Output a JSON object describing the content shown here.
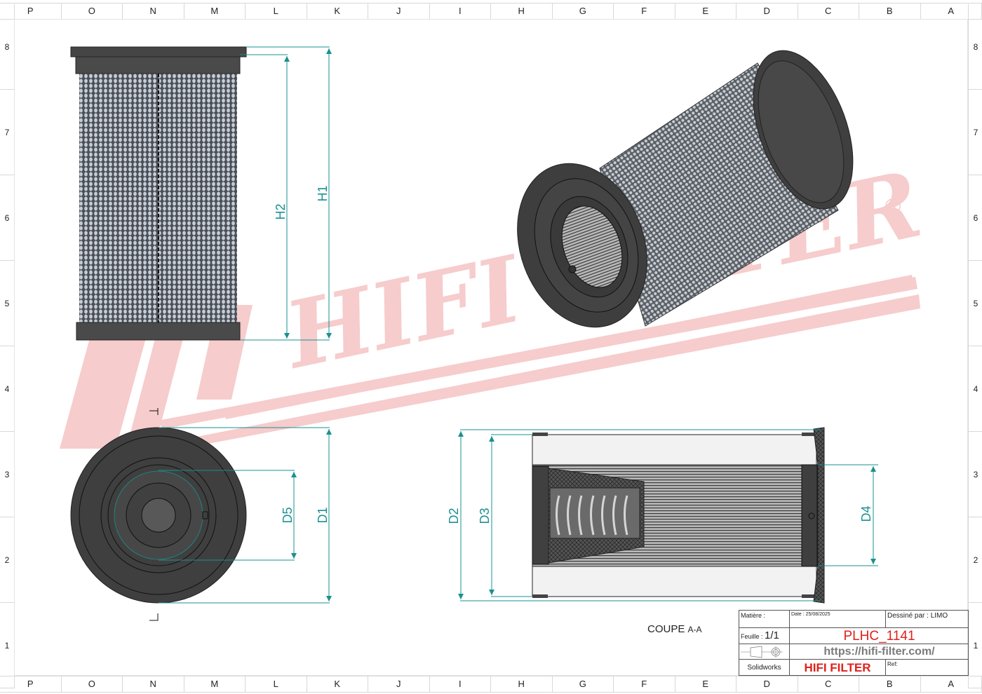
{
  "rulers": {
    "columns": [
      "P",
      "O",
      "N",
      "M",
      "L",
      "K",
      "J",
      "I",
      "H",
      "G",
      "F",
      "E",
      "D",
      "C",
      "B",
      "A"
    ],
    "rows": [
      "8",
      "7",
      "6",
      "5",
      "4",
      "3",
      "2",
      "1"
    ]
  },
  "dimensions": {
    "front_view": [
      "H2",
      "H1"
    ],
    "end_view": [
      "D5",
      "D1"
    ],
    "section_view": [
      "D2",
      "D3",
      "D4"
    ]
  },
  "section_marker": {
    "letter": "A"
  },
  "section_caption": {
    "main": "COUPE",
    "suffix": "A-A"
  },
  "watermark": {
    "text": "HIFI FILTER",
    "registered": "®",
    "color": "#f5c9c9"
  },
  "title_block": {
    "matiere_label": "Matière :",
    "date_label": "Date : 25/08/2025",
    "drawn_by": "Dessiné par : LIMO",
    "sheet_label": "Feuille :",
    "sheet_value": "1/1",
    "part_number": "PLHC_1141",
    "url": "https://hifi-filter.com/",
    "software": "Solidworks",
    "brand": "HIFI FILTER",
    "ref_label": "Ref:"
  },
  "colors": {
    "dimension": "#1a9090",
    "part_dark": "#3d3d3d",
    "mesh": "#a9b0bb",
    "brand_red": "#e0211b",
    "url_gray": "#7a7a7a"
  }
}
